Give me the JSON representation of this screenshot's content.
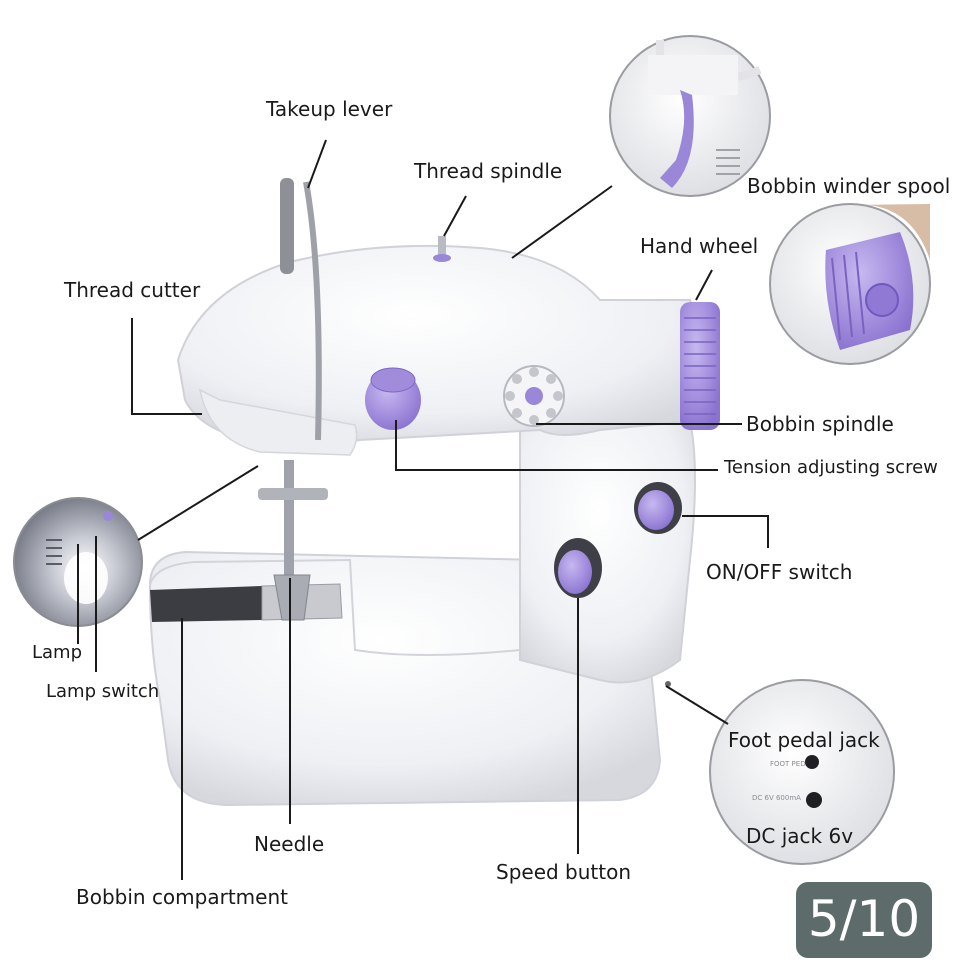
{
  "labels": {
    "takeup_lever": "Takeup lever",
    "thread_spindle": "Thread spindle",
    "bobbin_winder_spool": "Bobbin winder spool",
    "hand_wheel": "Hand wheel",
    "thread_cutter": "Thread cutter",
    "bobbin_spindle": "Bobbin spindle",
    "tension_adjusting_screw": "Tension adjusting screw",
    "on_off_switch": "ON/OFF switch",
    "lamp": "Lamp",
    "lamp_switch": "Lamp switch",
    "foot_pedal_jack": "Foot pedal jack",
    "dc_jack": "DC jack 6v",
    "needle": "Needle",
    "speed_button": "Speed button",
    "bobbin_compartment": "Bobbin compartment"
  },
  "counter": {
    "text": "5/10"
  },
  "colors": {
    "accent_purple": "#9b87d8",
    "body_white": "#f4f4f7",
    "counter_bg": "#5e6b6b",
    "line": "#1a1a1a"
  }
}
